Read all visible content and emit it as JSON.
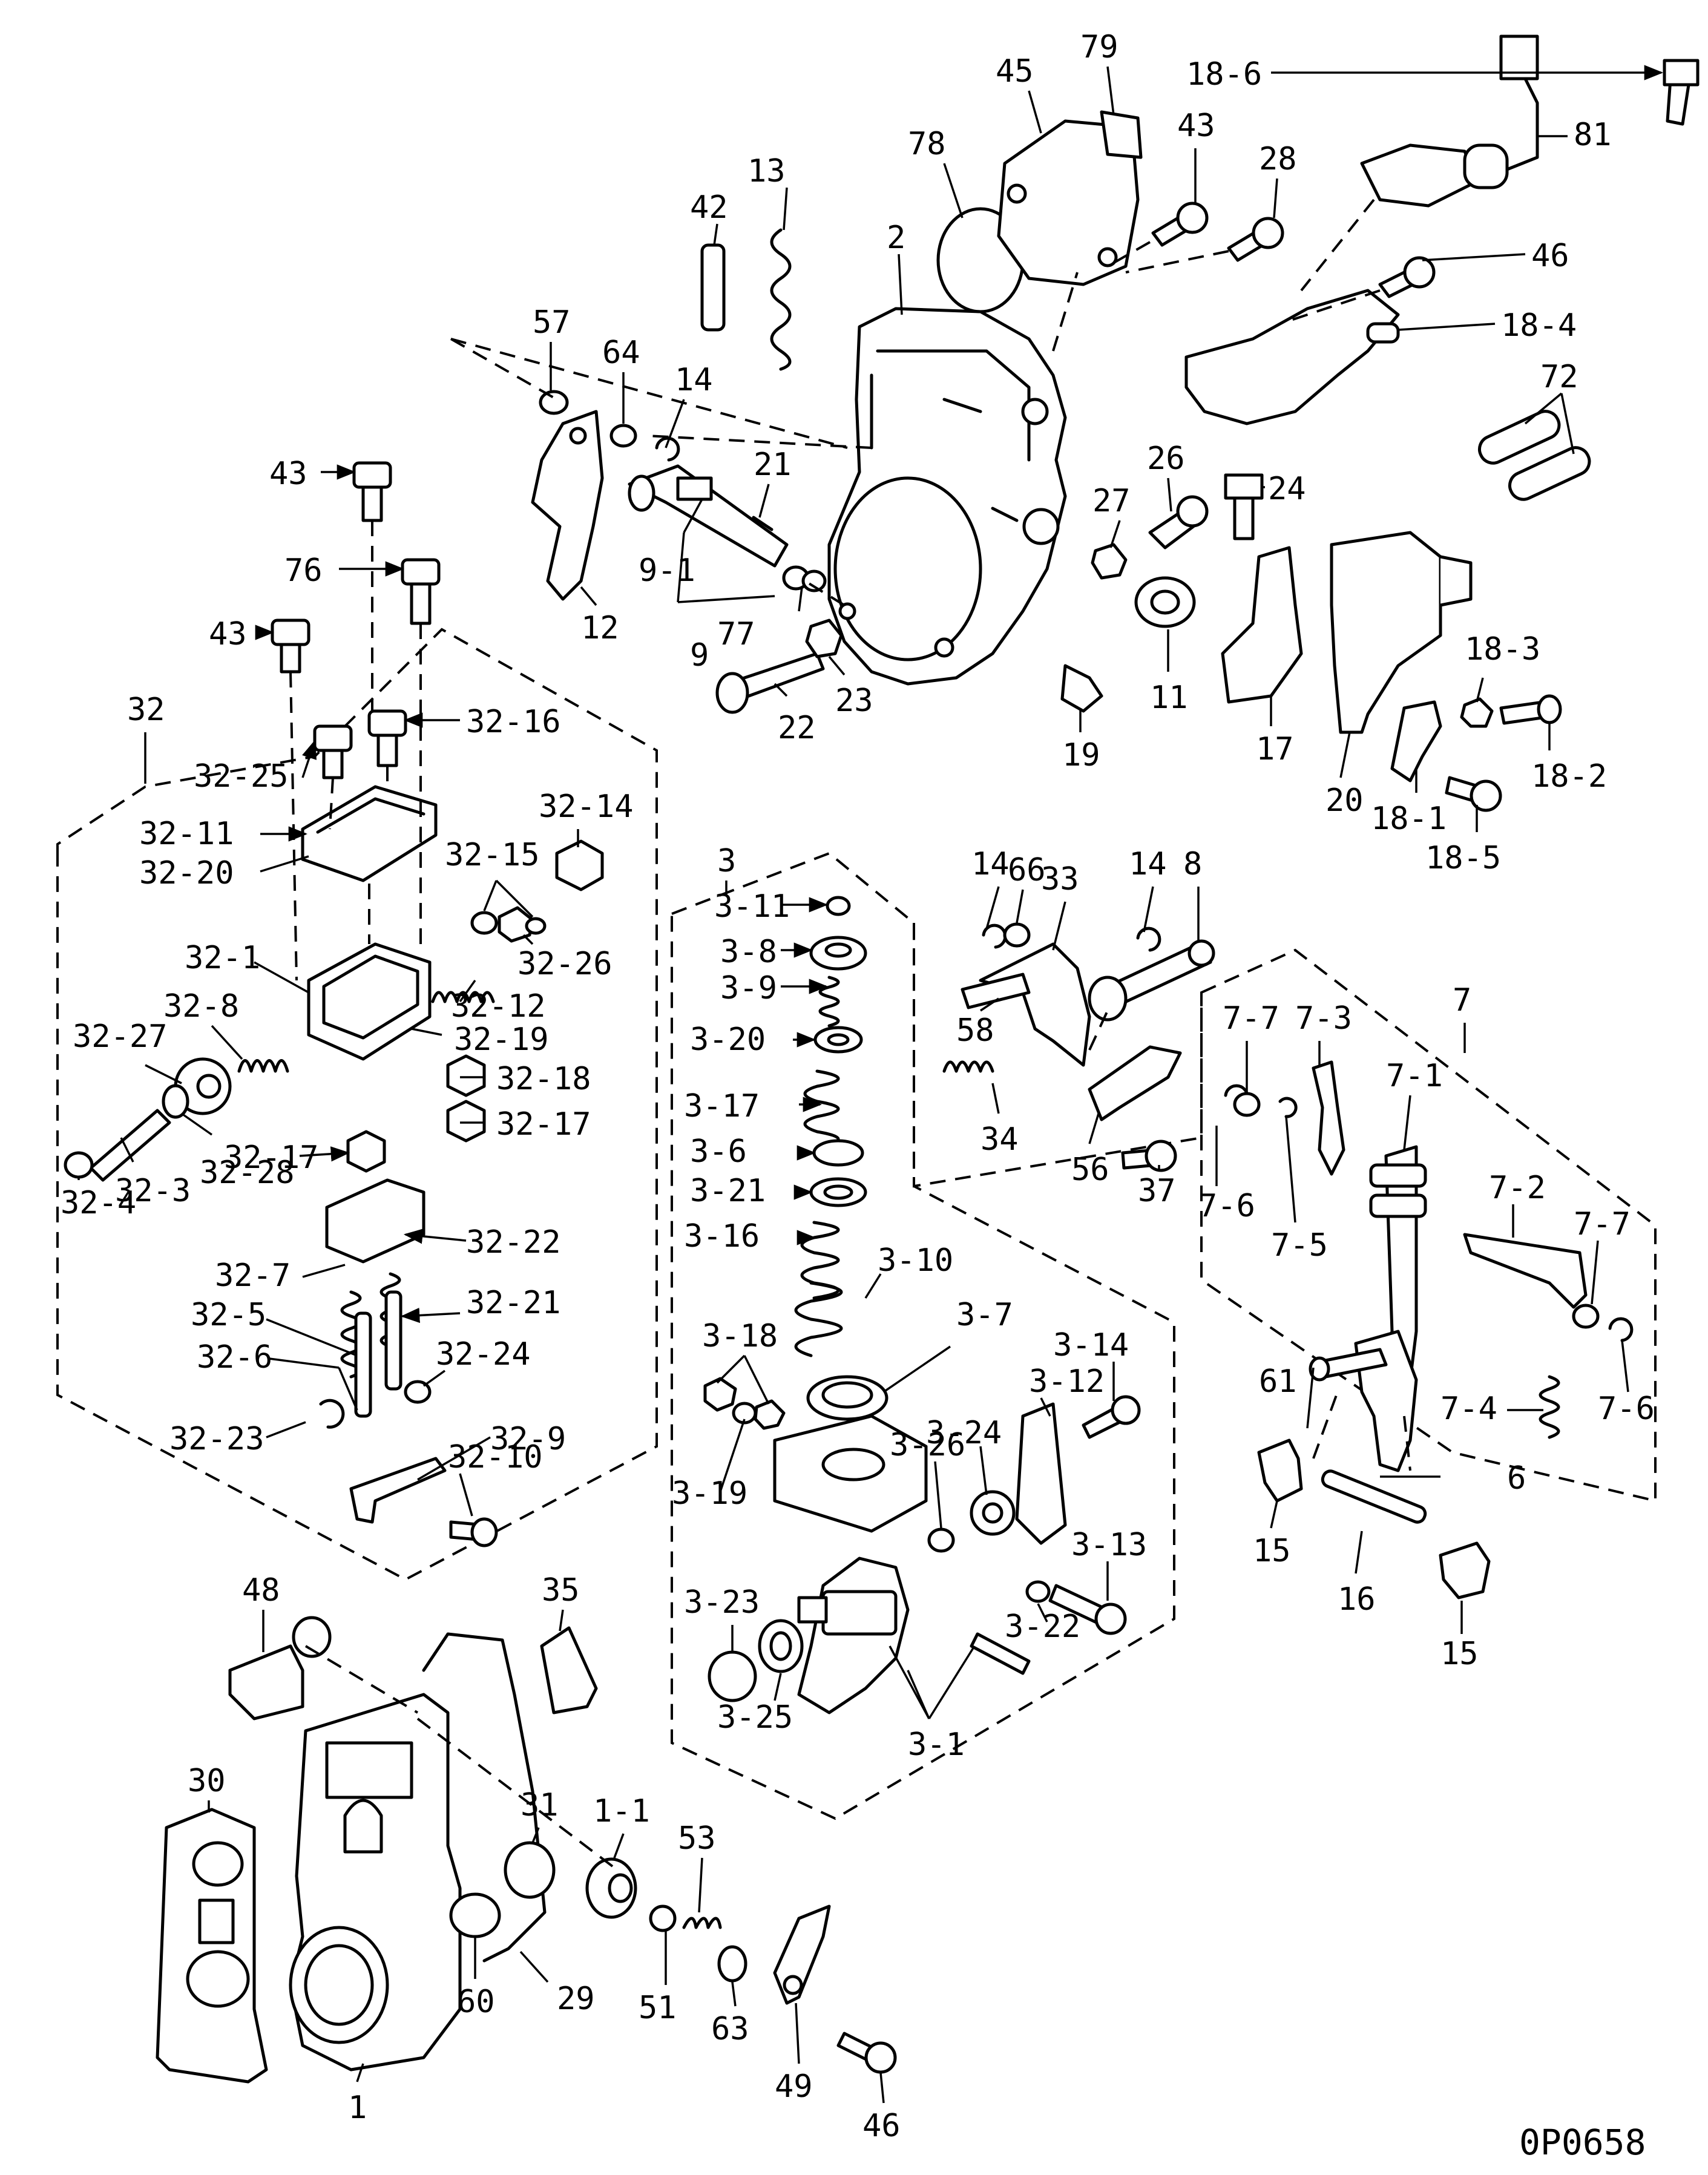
{
  "callouts": [
    {
      "id": "c-18-6",
      "label": "18-6"
    },
    {
      "id": "c-79",
      "label": "79"
    },
    {
      "id": "c-45",
      "label": "45"
    },
    {
      "id": "c-81",
      "label": "81"
    },
    {
      "id": "c-43a",
      "label": "43"
    },
    {
      "id": "c-28",
      "label": "28"
    },
    {
      "id": "c-78",
      "label": "78"
    },
    {
      "id": "c-42",
      "label": "42"
    },
    {
      "id": "c-13",
      "label": "13"
    },
    {
      "id": "c-2",
      "label": "2"
    },
    {
      "id": "c-46a",
      "label": "46"
    },
    {
      "id": "c-18-4",
      "label": "18-4"
    },
    {
      "id": "c-57",
      "label": "57"
    },
    {
      "id": "c-64",
      "label": "64"
    },
    {
      "id": "c-14a",
      "label": "14"
    },
    {
      "id": "c-72",
      "label": "72"
    },
    {
      "id": "c-43b",
      "label": "43"
    },
    {
      "id": "c-21",
      "label": "21"
    },
    {
      "id": "c-26",
      "label": "26"
    },
    {
      "id": "c-24",
      "label": "24"
    },
    {
      "id": "c-27",
      "label": "27"
    },
    {
      "id": "c-76",
      "label": "76"
    },
    {
      "id": "c-9-1",
      "label": "9-1"
    },
    {
      "id": "c-12",
      "label": "12"
    },
    {
      "id": "c-43c",
      "label": "43"
    },
    {
      "id": "c-9",
      "label": "9"
    },
    {
      "id": "c-77",
      "label": "77"
    },
    {
      "id": "c-11",
      "label": "11"
    },
    {
      "id": "c-18-3",
      "label": "18-3"
    },
    {
      "id": "c-22",
      "label": "22"
    },
    {
      "id": "c-23",
      "label": "23"
    },
    {
      "id": "c-19",
      "label": "19"
    },
    {
      "id": "c-17",
      "label": "17"
    },
    {
      "id": "c-18-2",
      "label": "18-2"
    },
    {
      "id": "c-32",
      "label": "32"
    },
    {
      "id": "c-32-16",
      "label": "32-16"
    },
    {
      "id": "c-32-25",
      "label": "32-25"
    },
    {
      "id": "c-20",
      "label": "20"
    },
    {
      "id": "c-18-1",
      "label": "18-1"
    },
    {
      "id": "c-18-5",
      "label": "18-5"
    },
    {
      "id": "c-32-14",
      "label": "32-14"
    },
    {
      "id": "c-32-11",
      "label": "32-11"
    },
    {
      "id": "c-32-15",
      "label": "32-15"
    },
    {
      "id": "c-32-20",
      "label": "32-20"
    },
    {
      "id": "c-14b",
      "label": "14"
    },
    {
      "id": "c-66",
      "label": "66"
    },
    {
      "id": "c-33",
      "label": "33"
    },
    {
      "id": "c-14c",
      "label": "14"
    },
    {
      "id": "c-8",
      "label": "8"
    },
    {
      "id": "c-3",
      "label": "3"
    },
    {
      "id": "c-3-11",
      "label": "3-11"
    },
    {
      "id": "c-32-26",
      "label": "32-26"
    },
    {
      "id": "c-3-8",
      "label": "3-8"
    },
    {
      "id": "c-32-1",
      "label": "32-1"
    },
    {
      "id": "c-32-12",
      "label": "32-12"
    },
    {
      "id": "c-3-9",
      "label": "3-9"
    },
    {
      "id": "c-32-8",
      "label": "32-8"
    },
    {
      "id": "c-7",
      "label": "7"
    },
    {
      "id": "c-32-27",
      "label": "32-27"
    },
    {
      "id": "c-32-19",
      "label": "32-19"
    },
    {
      "id": "c-3-20",
      "label": "3-20"
    },
    {
      "id": "c-58",
      "label": "58"
    },
    {
      "id": "c-7-7a",
      "label": "7-7"
    },
    {
      "id": "c-7-3",
      "label": "7-3"
    },
    {
      "id": "c-32-18",
      "label": "32-18"
    },
    {
      "id": "c-7-1",
      "label": "7-1"
    },
    {
      "id": "c-32-17a",
      "label": "32-17"
    },
    {
      "id": "c-32-17b",
      "label": "32-17"
    },
    {
      "id": "c-3-17",
      "label": "3-17"
    },
    {
      "id": "c-34",
      "label": "34"
    },
    {
      "id": "c-32-3",
      "label": "32-3"
    },
    {
      "id": "c-32-28",
      "label": "32-28"
    },
    {
      "id": "c-3-6",
      "label": "3-6"
    },
    {
      "id": "c-56",
      "label": "56"
    },
    {
      "id": "c-37",
      "label": "37"
    },
    {
      "id": "c-7-6a",
      "label": "7-6"
    },
    {
      "id": "c-32-4",
      "label": "32-4"
    },
    {
      "id": "c-3-21",
      "label": "3-21"
    },
    {
      "id": "c-7-2",
      "label": "7-2"
    },
    {
      "id": "c-7-7b",
      "label": "7-7"
    },
    {
      "id": "c-32-22",
      "label": "32-22"
    },
    {
      "id": "c-3-16",
      "label": "3-16"
    },
    {
      "id": "c-7-5",
      "label": "7-5"
    },
    {
      "id": "c-32-7",
      "label": "32-7"
    },
    {
      "id": "c-3-10",
      "label": "3-10"
    },
    {
      "id": "c-32-21",
      "label": "32-21"
    },
    {
      "id": "c-32-5",
      "label": "32-5"
    },
    {
      "id": "c-3-7",
      "label": "3-7"
    },
    {
      "id": "c-3-18",
      "label": "3-18"
    },
    {
      "id": "c-3-14",
      "label": "3-14"
    },
    {
      "id": "c-32-6",
      "label": "32-6"
    },
    {
      "id": "c-32-24",
      "label": "32-24"
    },
    {
      "id": "c-3-12",
      "label": "3-12"
    },
    {
      "id": "c-3-24",
      "label": "3-24"
    },
    {
      "id": "c-61",
      "label": "61"
    },
    {
      "id": "c-7-4",
      "label": "7-4"
    },
    {
      "id": "c-7-6b",
      "label": "7-6"
    },
    {
      "id": "c-32-23",
      "label": "32-23"
    },
    {
      "id": "c-32-9",
      "label": "32-9"
    },
    {
      "id": "c-3-26",
      "label": "3-26"
    },
    {
      "id": "c-32-10",
      "label": "32-10"
    },
    {
      "id": "c-6",
      "label": "6"
    },
    {
      "id": "c-3-19",
      "label": "3-19"
    },
    {
      "id": "c-3-13",
      "label": "3-13"
    },
    {
      "id": "c-15a",
      "label": "15"
    },
    {
      "id": "c-48",
      "label": "48"
    },
    {
      "id": "c-35",
      "label": "35"
    },
    {
      "id": "c-3-22",
      "label": "3-22"
    },
    {
      "id": "c-16",
      "label": "16"
    },
    {
      "id": "c-3-23",
      "label": "3-23"
    },
    {
      "id": "c-15b",
      "label": "15"
    },
    {
      "id": "c-3-1",
      "label": "3-1"
    },
    {
      "id": "c-3-25",
      "label": "3-25"
    },
    {
      "id": "c-30",
      "label": "30"
    },
    {
      "id": "c-31",
      "label": "31"
    },
    {
      "id": "c-1-1",
      "label": "1-1"
    },
    {
      "id": "c-53",
      "label": "53"
    },
    {
      "id": "c-60",
      "label": "60"
    },
    {
      "id": "c-29",
      "label": "29"
    },
    {
      "id": "c-51",
      "label": "51"
    },
    {
      "id": "c-63",
      "label": "63"
    },
    {
      "id": "c-49",
      "label": "49"
    },
    {
      "id": "c-1",
      "label": "1"
    },
    {
      "id": "c-46b",
      "label": "46"
    }
  ],
  "drawing_ref": "0P0658"
}
